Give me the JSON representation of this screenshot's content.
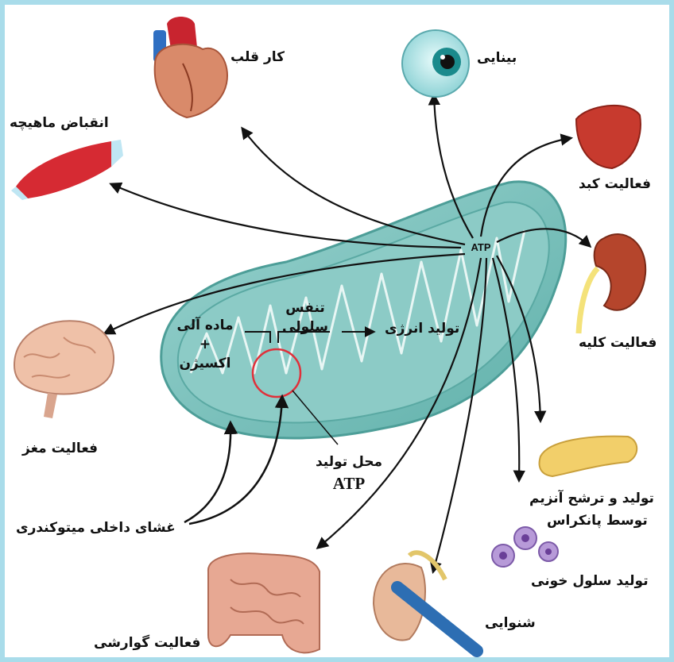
{
  "colors": {
    "frame": "#a9dcea",
    "mito_fill": "#7ec4c0",
    "mito_dark": "#4d9e98",
    "arrow": "#111111",
    "site_circle": "#e0303a"
  },
  "labels": {
    "heart": "کار قلب",
    "vision": "بینایی",
    "muscle": "انقباض ماهیچه",
    "liver": "فعالیت کبد",
    "kidney": "فعالیت کلیه",
    "brain": "فعالیت مغز",
    "pancreas_line1": "تولید و ترشح آنزیم",
    "pancreas_line2": "توسط پانکراس",
    "blood": "تولید سلول خونی",
    "hearing": "شنوایی",
    "digestion": "فعالیت گوارشی",
    "inner_membrane": "غشای داخلی میتوکندری",
    "atp_site_line1": "محل تولید",
    "atp_site_line2": "ATP"
  },
  "mitochondrion": {
    "atp": "ATP",
    "input_line1": "ماده آلی",
    "input_plus": "+",
    "input_line2": "اکسیژن",
    "process_line1": "تنفس",
    "process_line2": "سلولی",
    "output": "تولید انرژی"
  },
  "icons": [
    "heart-icon",
    "eye-icon",
    "muscle-icon",
    "liver-icon",
    "kidney-icon",
    "brain-icon",
    "pancreas-icon",
    "blood-cell-icon",
    "ear-icon",
    "intestine-icon",
    "mitochondrion-icon"
  ]
}
